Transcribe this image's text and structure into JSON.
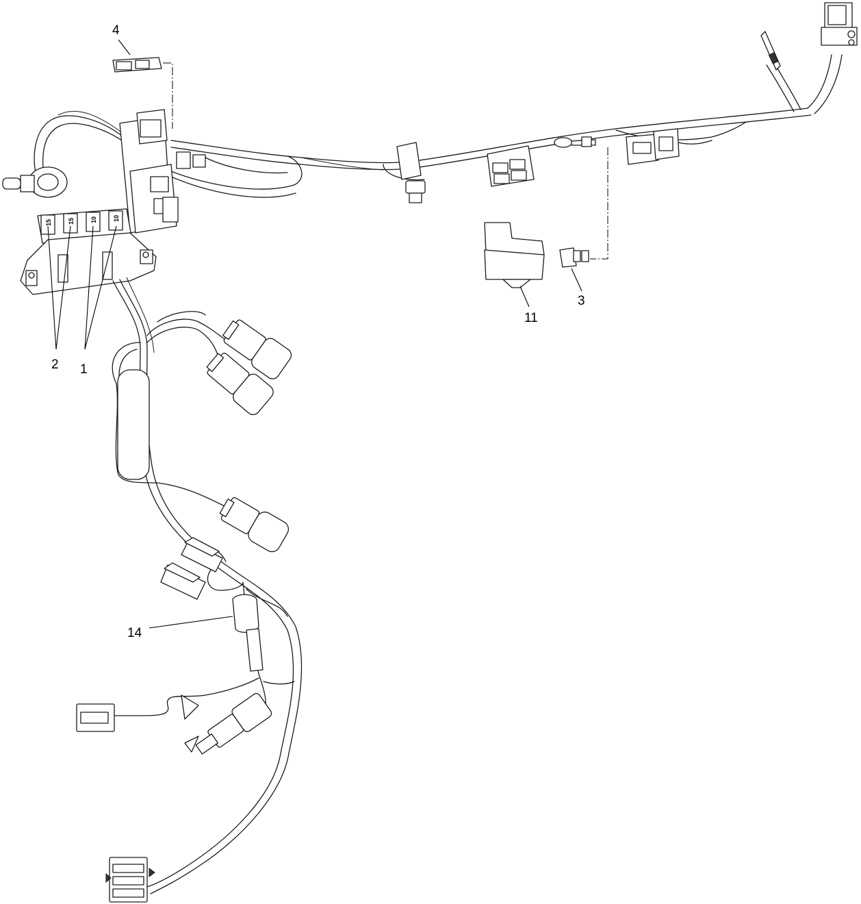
{
  "callouts": {
    "c1": "1",
    "c2": "2",
    "c3": "3",
    "c4": "4",
    "c11": "11",
    "c14": "14"
  },
  "fuse_labels": [
    "15",
    "15",
    "10",
    "10"
  ],
  "colors": {
    "line": "#1a1a1a",
    "background": "#ffffff"
  }
}
